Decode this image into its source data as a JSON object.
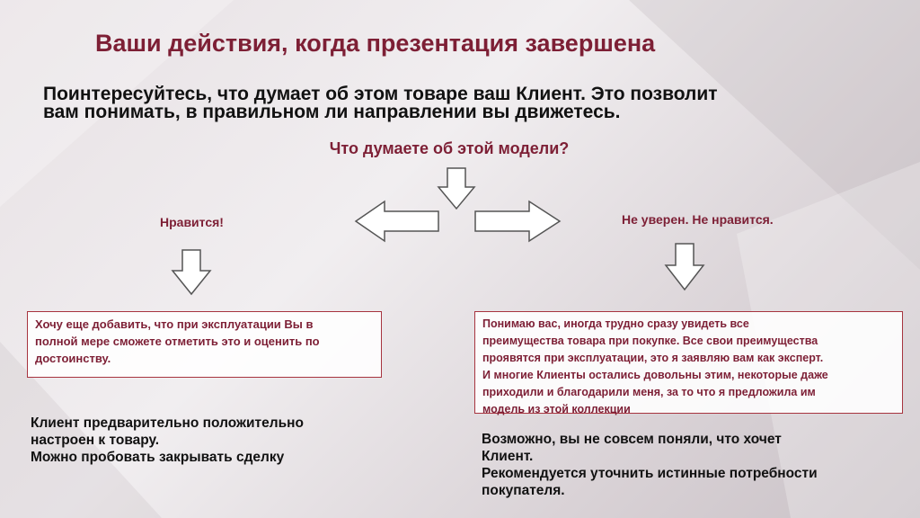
{
  "slide": {
    "title": "Ваши действия, когда презентация завершена",
    "intro_lines": [
      "Поинтересуйтесь, что думает об этом товаре ваш Клиент. Это позволит",
      "вам понимать, в правильном ли направлении вы движетесь."
    ],
    "question": "Что думаете об этой модели?",
    "options": {
      "like": "Нравится!",
      "unsure": "Не уверен. Не нравится."
    },
    "response_left_lines": [
      "Хочу еще добавить, что при эксплуатации Вы в",
      "полной мере сможете отметить это и оценить по",
      "достоинству."
    ],
    "response_right_lines": [
      "Понимаю вас, иногда трудно сразу увидеть все",
      "преимущества товара при покупке. Все свои преимущества",
      "проявятся при эксплуатации, это я заявляю вам как эксперт.",
      "И многие Клиенты остались довольны этим, некоторые даже",
      "приходили и благодарили меня, за то что я предложила им",
      "модель из этой коллекции"
    ],
    "note_left_lines": [
      "Клиент предварительно положительно",
      "настроен к товару.",
      "Можно пробовать закрывать сделку"
    ],
    "note_right_lines": [
      "Возможно, вы не совсем поняли, что хочет",
      "Клиент.",
      "Рекомендуется уточнить истинные потребности",
      "покупателя."
    ]
  },
  "colors": {
    "accent": "#7d1f35",
    "box_border": "#a7343f",
    "text": "#111111"
  },
  "icons": {
    "down_arrow": "down-arrow-icon",
    "left_arrow": "left-arrow-icon",
    "right_arrow": "right-arrow-icon"
  }
}
